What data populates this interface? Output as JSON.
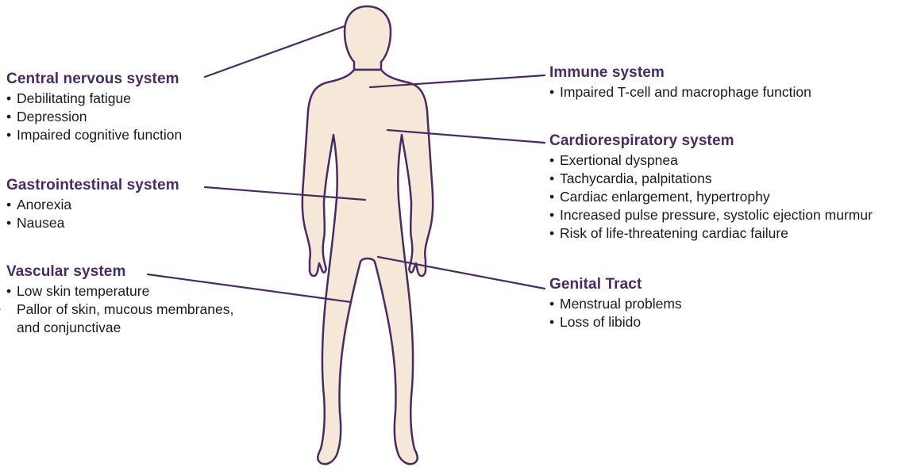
{
  "colors": {
    "title": "#4b2a63",
    "body_fill": "#f5e8d8",
    "body_outline": "#4b2a63",
    "leader_line": "#4b2a63",
    "text": "#1a1a1a"
  },
  "groups": [
    {
      "id": "central-nervous",
      "title": "Central nervous system",
      "items": [
        "Debilitating fatigue",
        "Depression",
        "Impaired cognitive function"
      ]
    },
    {
      "id": "gastrointestinal",
      "title": "Gastrointestinal system",
      "items": [
        "Anorexia",
        "Nausea"
      ]
    },
    {
      "id": "vascular",
      "title": "Vascular system",
      "items": [
        "Low skin temperature",
        "Pallor of skin, mucous membranes, and conjunctivae"
      ]
    },
    {
      "id": "immune",
      "title": "Immune system",
      "items": [
        "Impaired T-cell and macrophage function"
      ]
    },
    {
      "id": "cardiorespiratory",
      "title": "Cardiorespiratory system",
      "items": [
        "Exertional dyspnea",
        "Tachycardia, palpitations",
        "Cardiac enlargement, hypertrophy",
        "Increased pulse pressure, systolic ejection murmur",
        "Risk of life-threatening cardiac failure"
      ]
    },
    {
      "id": "genital",
      "title": "Genital Tract",
      "items": [
        "Menstrual problems",
        "Loss of libido"
      ]
    }
  ]
}
